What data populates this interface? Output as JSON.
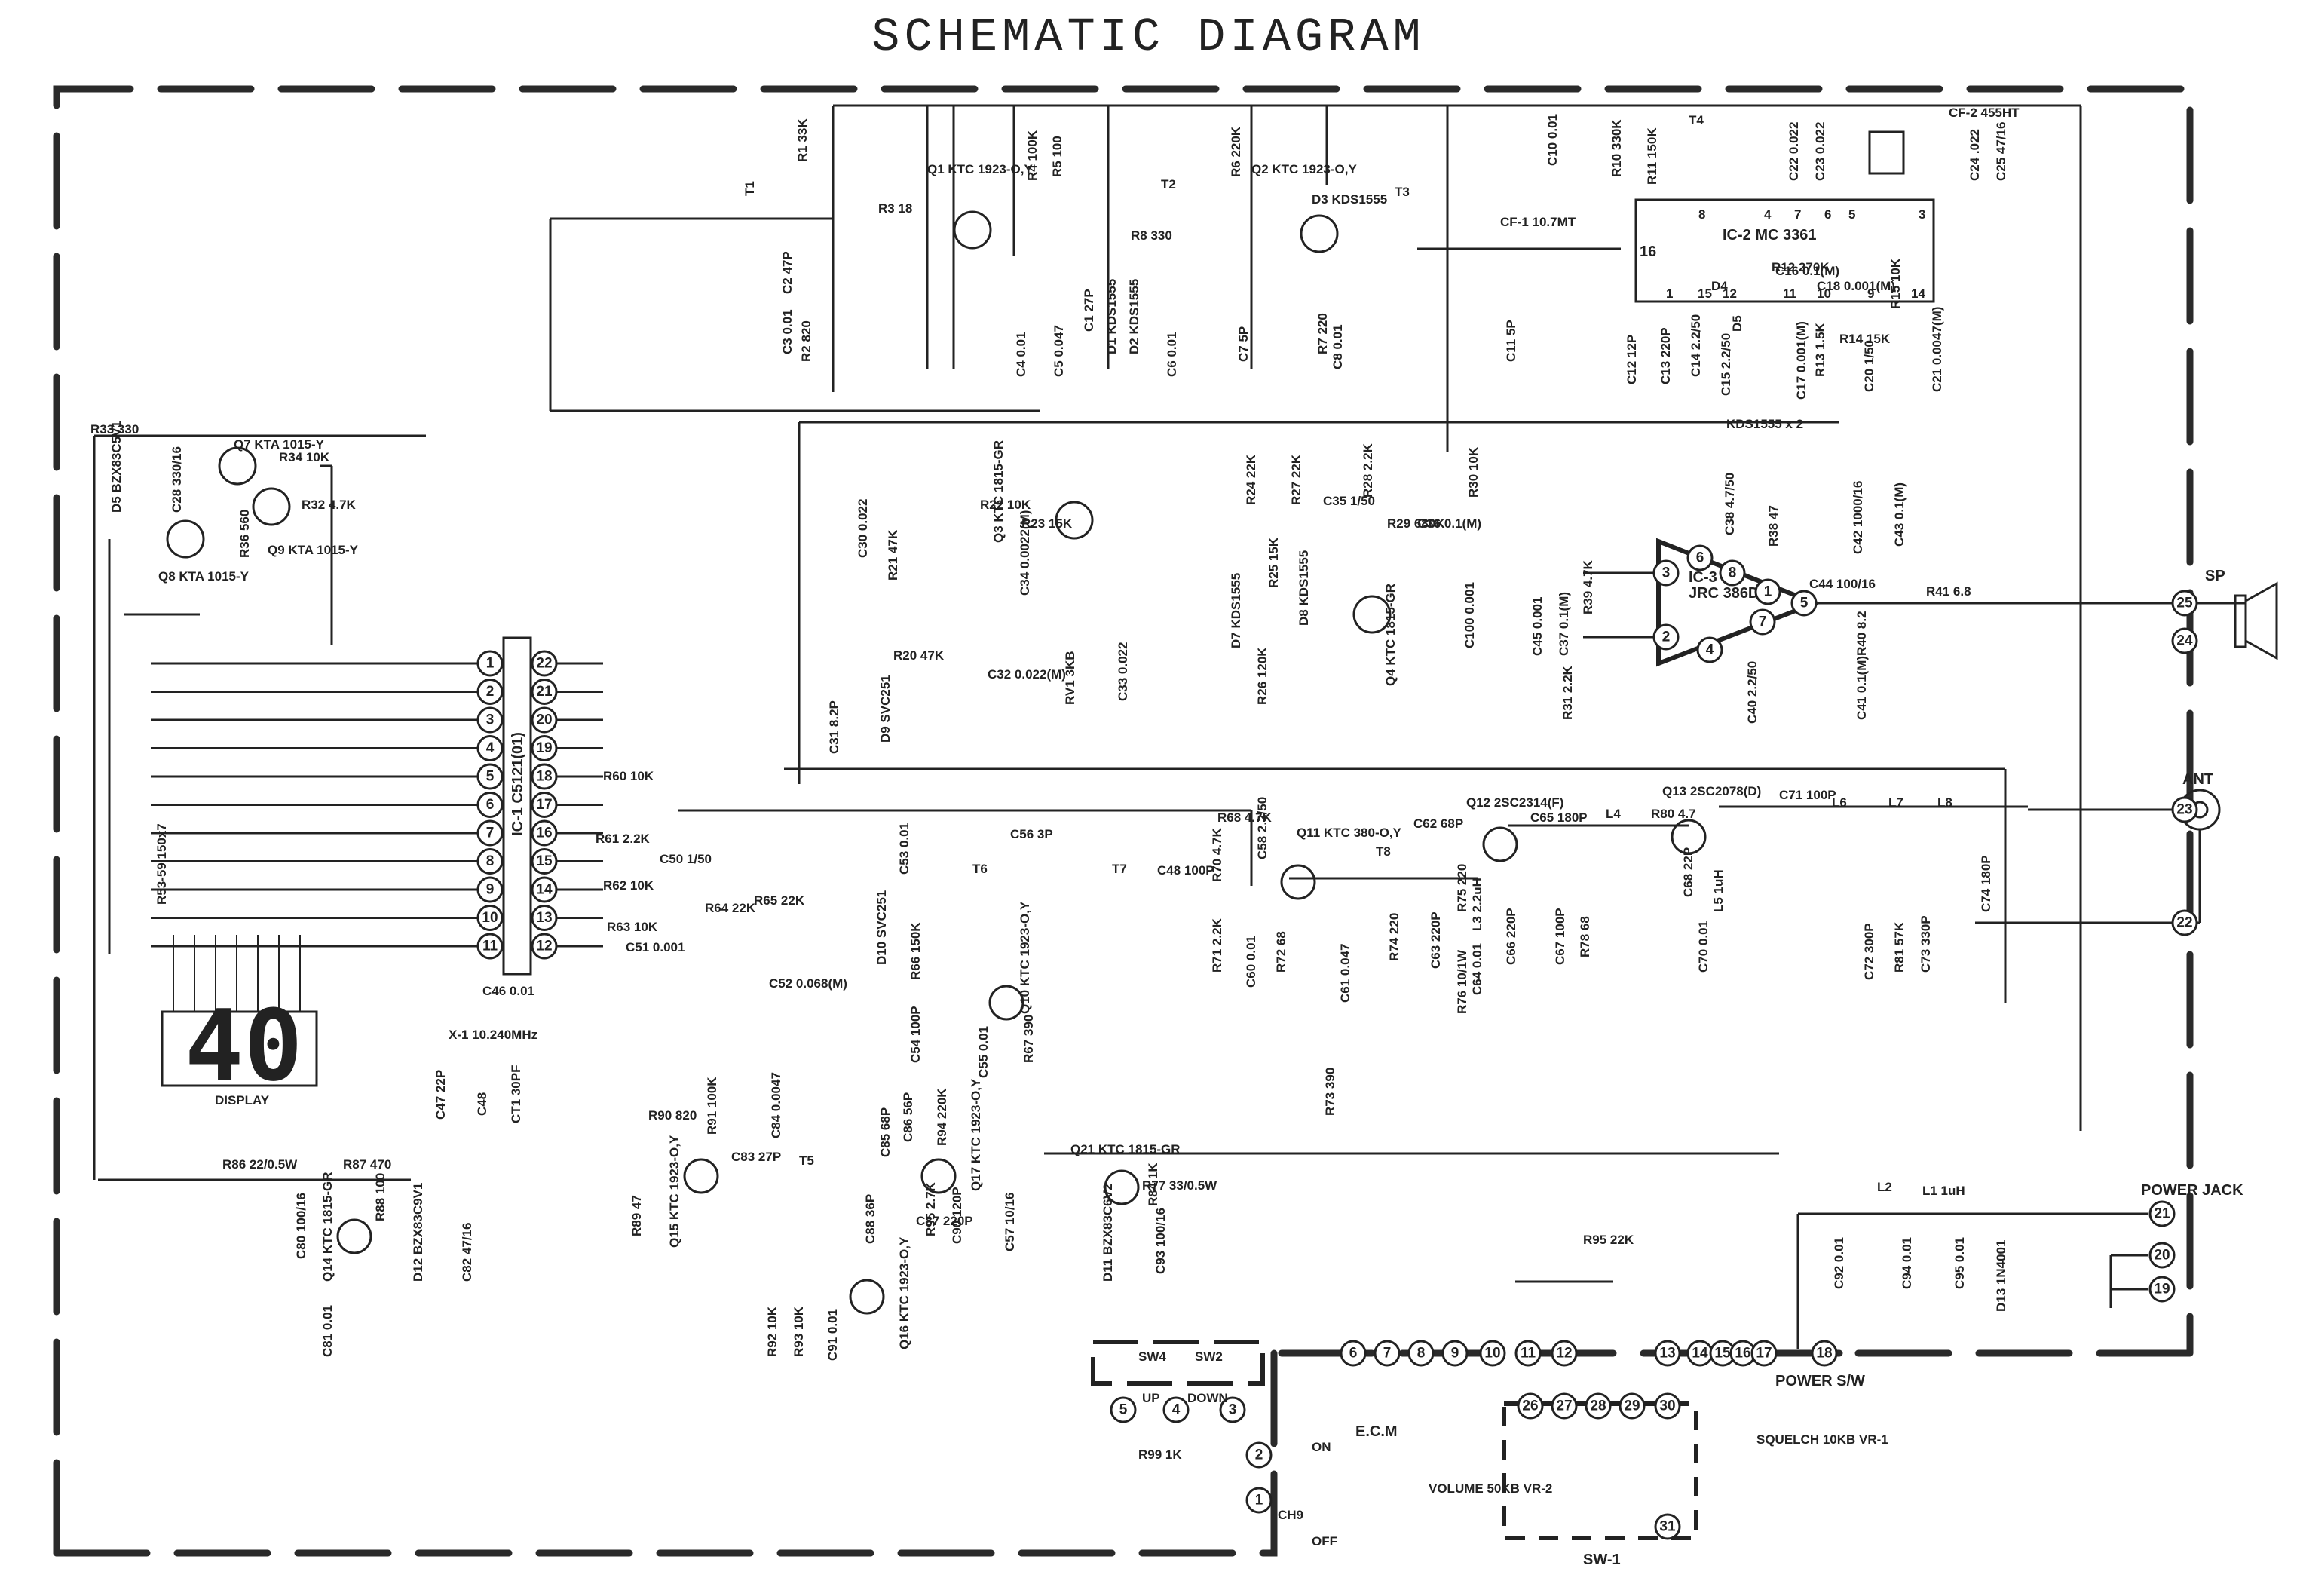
{
  "title": "SCHEMATIC DIAGRAM",
  "display": {
    "digits": "40",
    "label": "DISPLAY"
  },
  "ics": [
    {
      "ref": "IC-1",
      "part": "C5121(01)",
      "label": "IC-1 C5121(01)"
    },
    {
      "ref": "IC-2",
      "part": "MC 3361",
      "label": "IC-2 MC 3361"
    },
    {
      "ref": "IC-3",
      "part": "JRC 386D",
      "label": "IC-3 JRC 386D"
    }
  ],
  "ic1_pins_left": [
    "1",
    "2",
    "3",
    "4",
    "5",
    "6",
    "7",
    "8",
    "9",
    "10",
    "11"
  ],
  "ic1_pins_right": [
    "22",
    "21",
    "20",
    "19",
    "18",
    "17",
    "16",
    "15",
    "14",
    "13",
    "12"
  ],
  "ic2_pins_top": [
    "8",
    "4",
    "7",
    "6",
    "5",
    "3"
  ],
  "ic2_pins_bottom": [
    "1",
    "15",
    "12",
    "11",
    "10",
    "9",
    "14"
  ],
  "ic2_pin_left": "16",
  "ic3_pins": [
    "3",
    "2",
    "6",
    "8",
    "1",
    "5",
    "7",
    "4"
  ],
  "connectors": {
    "right_side": [
      "25",
      "24",
      "23",
      "22",
      "21",
      "20",
      "19"
    ],
    "bottom_row": [
      "6",
      "7",
      "8",
      "9",
      "10",
      "11",
      "12",
      "13",
      "14",
      "15",
      "16",
      "17",
      "18"
    ],
    "sw1_row": [
      "26",
      "27",
      "28",
      "29",
      "30",
      "31"
    ],
    "left_bottom": [
      "5",
      "4",
      "3",
      "2",
      "1"
    ]
  },
  "terminals": {
    "speaker": "SP",
    "antenna": "ANT",
    "power_jack": "POWER JACK",
    "power_switch": "POWER S/W",
    "ecm": "E.C.M",
    "volume": "VOLUME 50KB VR-2",
    "squelch": "SQUELCH 10KB VR-1",
    "sw1": "SW-1",
    "sw4": "SW4",
    "sw2": "SW2",
    "up": "UP",
    "down": "DOWN",
    "on": "ON",
    "off": "OFF",
    "ch9": "CH9"
  },
  "labels": [
    "R1 33K",
    "R2 820",
    "R3 18",
    "R4 100K",
    "R5 100",
    "R6 220K",
    "R7 220",
    "R8 330",
    "R10 330K",
    "R11 150K",
    "R12 270K",
    "R13 1.5K",
    "R14 15K",
    "R15 10K",
    "Q1 KTC 1923-O,Y",
    "Q2 KTC 1923-O,Y",
    "D3 KDS1555",
    "T1",
    "T2",
    "T3",
    "T4",
    "CF-1 10.7MT",
    "CF-2 455HT",
    "C1 27P",
    "D1 KDS1555",
    "D2 KDS1555",
    "C2 47P",
    "C3 0.01",
    "C4 0.01",
    "C5 0.047",
    "C6 0.01",
    "C7 5P",
    "C8 0.01",
    "C10 0.01",
    "C11 5P",
    "C12 12P",
    "C13 220P",
    "C14 2.2/50",
    "C15 2.2/50",
    "C16 0.1(M)",
    "C17 0.001(M)",
    "C18 0.001(M)",
    "C20 1/50",
    "C21 0.0047(M)",
    "C22 0.022",
    "C23 0.022",
    "C24 .022",
    "C25 47/16",
    "D4",
    "D5",
    "KDS1555 x 2",
    "R33 330",
    "D5 BZX83C5V1",
    "C28 330/16",
    "Q7 KTA 1015-Y",
    "R34 10K",
    "Q9 KTA 1015-Y",
    "R32 4.7K",
    "Q8 KTA 1015-Y",
    "R36 560",
    "C30 0.022",
    "R21 47K",
    "Q3 KTC 1815-GR",
    "R22 10K",
    "R23 15K",
    "C34 0.0022(M)",
    "R24 22K",
    "R25 15K",
    "D7 KDS1555",
    "D8 KDS1555",
    "R26 120K",
    "R27 22K",
    "C35 1/50",
    "R28 2.2K",
    "R29 680K",
    "Q4 KTC 1815-GR",
    "C36 0.1(M)",
    "R30 10K",
    "C100 0.001",
    "R20 47K",
    "C32 0.022(M)",
    "RV1 3KB",
    "C33 0.022",
    "C31 8.2P",
    "D9 SVC251",
    "C45 0.001",
    "C37 0.1(M)",
    "R31 2.2K",
    "R39 4.7K",
    "C38 4.7/50",
    "R38 47",
    "C42 1000/16",
    "C43 0.1(M)",
    "C44 100/16",
    "R40 8.2",
    "C41 0.1(M)",
    "C40 2.2/50",
    "R41 6.8",
    "R53-59 150x7",
    "R60 10K",
    "R61 2.2K",
    "C50 1/50",
    "R62 10K",
    "R64 22K",
    "R65 22K",
    "R63 10K",
    "C51 0.001",
    "C52 0.068(M)",
    "C46 0.01",
    "X-1 10.240MHz",
    "C47 22P",
    "C48",
    "CT1 30PF",
    "C53 0.01",
    "C56 3P",
    "T6",
    "T7",
    "C48 100P",
    "D10 SVC251",
    "R66 150K",
    "Q10 KTC 1923-O,Y",
    "C54 100P",
    "C55 0.01",
    "R67 390",
    "R68 4.7K",
    "C58 2.2/50",
    "R70 4.7K",
    "R71 2.2K",
    "C60 0.01",
    "R72 68",
    "Q11 KTC 380-O,Y",
    "C61 0.047",
    "T8",
    "C62 68P",
    "R74 220",
    "C63 220P",
    "Q12 2SC2314(F)",
    "C65 180P",
    "L4",
    "R80 4.7",
    "R75 220",
    "L3 2.2uH",
    "C64 0.01",
    "R76 10/1W",
    "C66 220P",
    "C67 100P",
    "R78 68",
    "Q13 2SC2078(D)",
    "C68 22P",
    "L5 1uH",
    "C70 0.01",
    "C71 100P",
    "L6",
    "L7",
    "L8",
    "C72 300P",
    "R81 57K",
    "C73 330P",
    "C74 180P",
    "R73 390",
    "R90 820",
    "R91 100K",
    "C84 0.0047",
    "Q15 KTC 1923-O,Y",
    "C83 27P",
    "T5",
    "C88 36P",
    "C85 68P",
    "C86 56P",
    "R94 220K",
    "R95 2.7K",
    "C87 220P",
    "C90 120P",
    "Q17 KTC 1923-O,Y",
    "R89 47",
    "Q16 KTC 1923-O,Y",
    "R92 10K",
    "R93 10K",
    "C91 0.01",
    "Q21 KTC 1815-GR",
    "C57 10/16",
    "D11 BZX83C6V2",
    "R84 1K",
    "C93 100/16",
    "R77 33/0.5W",
    "R95 22K",
    "R86 22/0.5W",
    "R87 470",
    "C80 100/16",
    "Q14 KTC 1815-GR",
    "R88 100",
    "D12 BZX83C9V1",
    "C82 47/16",
    "C81 0.01",
    "L2",
    "L1 1uH",
    "C92 0.01",
    "C94 0.01",
    "C95 0.01",
    "D13 1N4001",
    "R99 1K"
  ]
}
